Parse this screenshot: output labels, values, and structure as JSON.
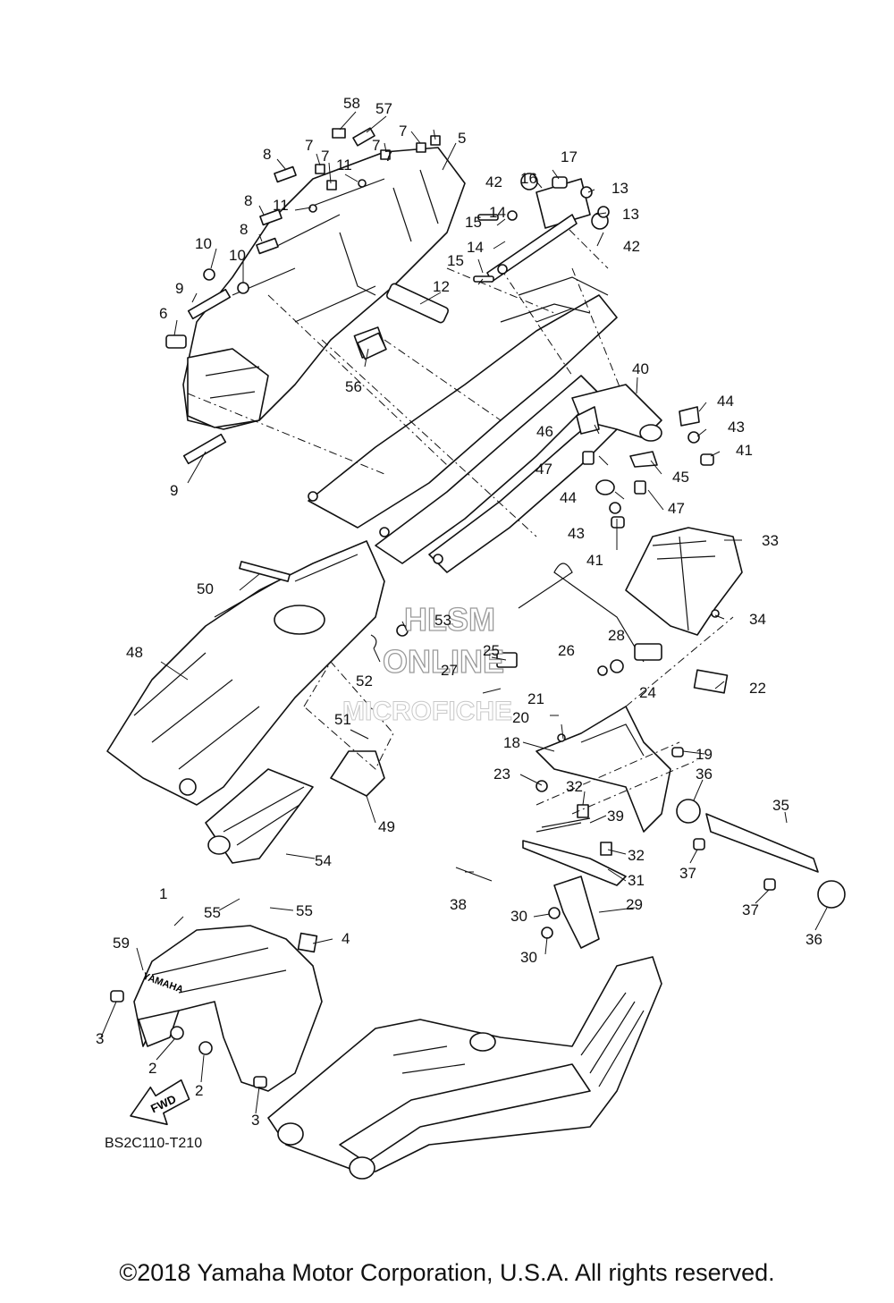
{
  "diagram": {
    "code": "BS2C110-T210",
    "fwd_label": "FWD",
    "brand_on_fender": "YAMAHA",
    "watermark": [
      "HLSM",
      "ONLINE",
      "MICROFICHE"
    ],
    "copyright": "©2018 Yamaha Motor Corporation, U.S.A. All rights reserved."
  },
  "callouts": [
    "1",
    "2",
    "2",
    "3",
    "3",
    "4",
    "5",
    "6",
    "7",
    "7",
    "7",
    "7",
    "7",
    "8",
    "8",
    "8",
    "9",
    "9",
    "10",
    "10",
    "11",
    "11",
    "12",
    "13",
    "13",
    "14",
    "14",
    "15",
    "15",
    "16",
    "17",
    "18",
    "19",
    "20",
    "21",
    "22",
    "23",
    "24",
    "25",
    "26",
    "27",
    "28",
    "29",
    "30",
    "30",
    "31",
    "32",
    "32",
    "33",
    "34",
    "35",
    "36",
    "36",
    "37",
    "37",
    "38",
    "39",
    "40",
    "41",
    "41",
    "42",
    "42",
    "43",
    "43",
    "44",
    "44",
    "45",
    "46",
    "47",
    "47",
    "48",
    "49",
    "50",
    "51",
    "52",
    "53",
    "54",
    "55",
    "55",
    "56",
    "57",
    "58",
    "59"
  ]
}
